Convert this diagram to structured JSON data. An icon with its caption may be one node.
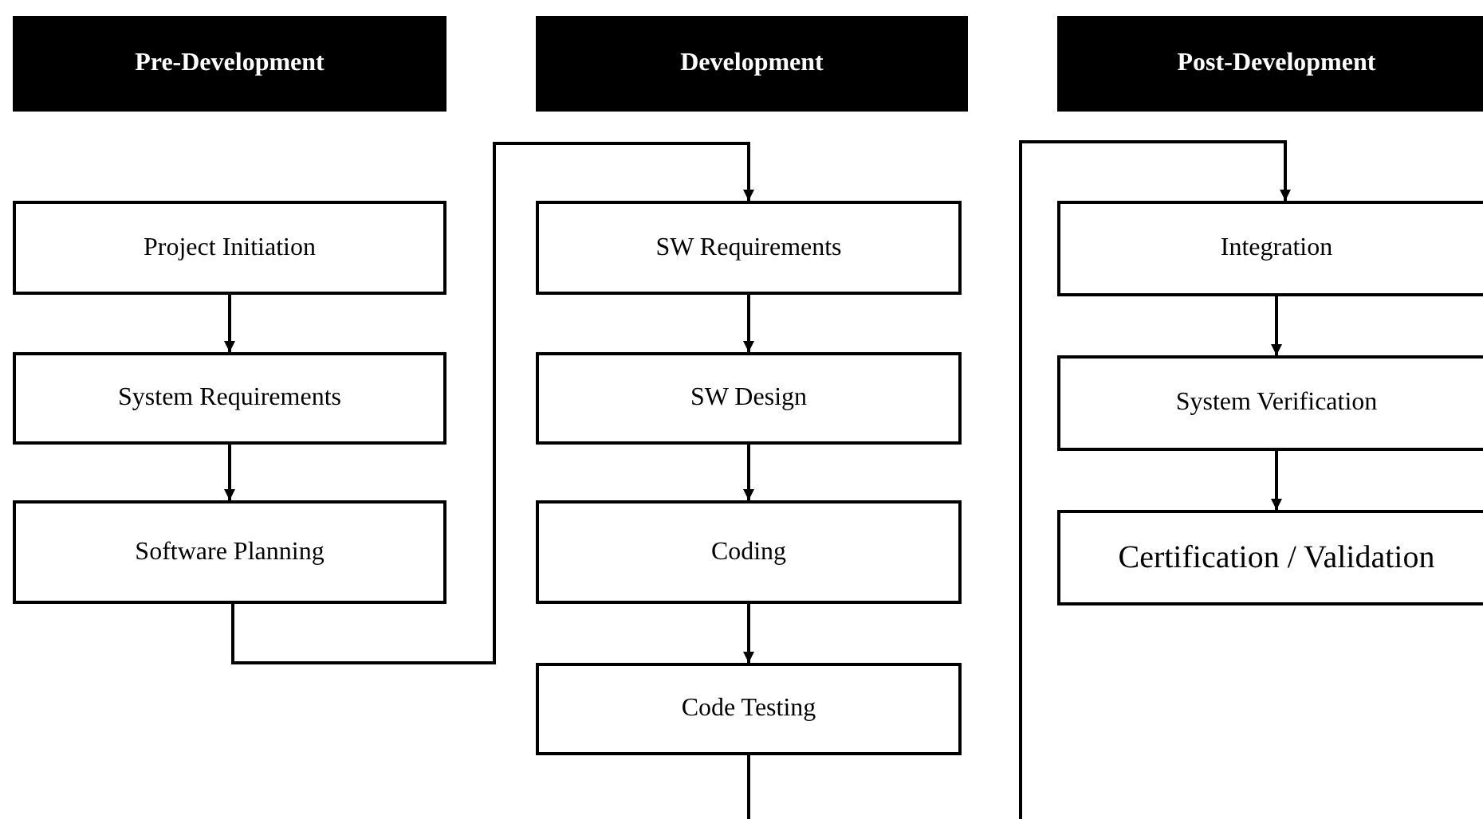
{
  "diagram": {
    "nodes": [
      {
        "text": [
          "Pre-Development"
        ]
      },
      {
        "text": [
          "Development"
        ]
      },
      {
        "text": [
          "Post-Development"
        ]
      },
      {
        "text": [
          "Project Initiation"
        ]
      },
      {
        "text": [
          "System Requirements"
        ]
      },
      {
        "text": [
          "Software Planning"
        ]
      },
      {
        "text": [
          "SW Requirements"
        ]
      },
      {
        "text": [
          "SW Design"
        ]
      },
      {
        "text": [
          "Coding"
        ]
      },
      {
        "text": [
          "Code Testing"
        ]
      },
      {
        "text": [
          "Integration"
        ]
      },
      {
        "text": [
          "System Verification"
        ]
      },
      {
        "text": [
          "Certification / Validation"
        ]
      }
    ],
    "edges": [
      {
        "from": 3,
        "to": 4,
        "arrow": "to"
      },
      {
        "from": 4,
        "to": 5,
        "arrow": "to"
      },
      {
        "from": 5,
        "to": 6,
        "arrow": "to"
      },
      {
        "from": 6,
        "to": 7,
        "arrow": "to"
      },
      {
        "from": 7,
        "to": 8,
        "arrow": "to"
      },
      {
        "from": 8,
        "to": 9,
        "arrow": "to"
      },
      {
        "from": 9,
        "to": null,
        "arrow": "none"
      },
      {
        "from": null,
        "to": 10,
        "arrow": "to"
      },
      {
        "from": 10,
        "to": 11,
        "arrow": "to"
      },
      {
        "from": 11,
        "to": 12,
        "arrow": "to"
      }
    ]
  }
}
